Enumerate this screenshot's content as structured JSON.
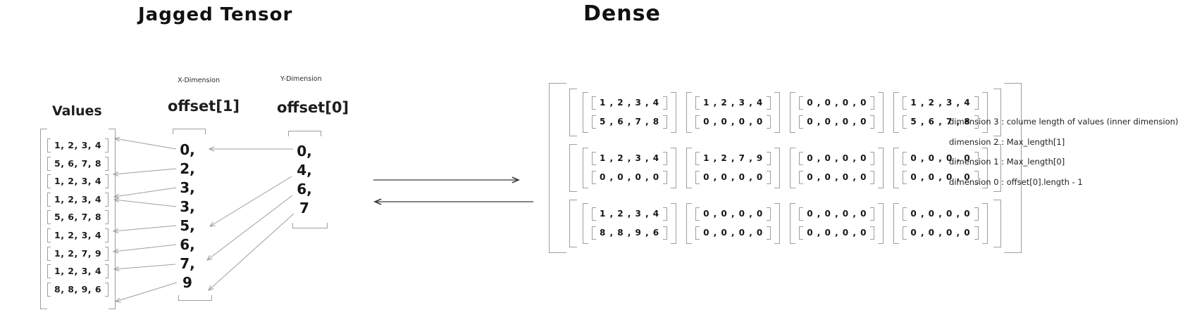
{
  "titles": {
    "jagged": "Jagged Tensor",
    "dense": "Dense"
  },
  "jagged": {
    "values_label": "Values",
    "x_dimension_label": "X-Dimension",
    "y_dimension_label": "Y-Dimension",
    "offset1_label": "offset[1]",
    "offset0_label": "offset[0]",
    "values_rows": [
      [
        1,
        2,
        3,
        4
      ],
      [
        5,
        6,
        7,
        8
      ],
      [
        1,
        2,
        3,
        4
      ],
      [
        1,
        2,
        3,
        4
      ],
      [
        5,
        6,
        7,
        8
      ],
      [
        1,
        2,
        3,
        4
      ],
      [
        1,
        2,
        7,
        9
      ],
      [
        1,
        2,
        3,
        4
      ],
      [
        8,
        8,
        9,
        6
      ]
    ],
    "offset1": [
      0,
      2,
      3,
      3,
      5,
      6,
      7,
      9
    ],
    "offset0": [
      0,
      4,
      6,
      7
    ]
  },
  "dense": {
    "rows": [
      [
        [
          [
            1,
            2,
            3,
            4
          ],
          [
            5,
            6,
            7,
            8
          ]
        ],
        [
          [
            1,
            2,
            3,
            4
          ],
          [
            0,
            0,
            0,
            0
          ]
        ],
        [
          [
            0,
            0,
            0,
            0
          ],
          [
            0,
            0,
            0,
            0
          ]
        ],
        [
          [
            1,
            2,
            3,
            4
          ],
          [
            5,
            6,
            7,
            8
          ]
        ]
      ],
      [
        [
          [
            1,
            2,
            3,
            4
          ],
          [
            0,
            0,
            0,
            0
          ]
        ],
        [
          [
            1,
            2,
            7,
            9
          ],
          [
            0,
            0,
            0,
            0
          ]
        ],
        [
          [
            0,
            0,
            0,
            0
          ],
          [
            0,
            0,
            0,
            0
          ]
        ],
        [
          [
            0,
            0,
            0,
            0
          ],
          [
            0,
            0,
            0,
            0
          ]
        ]
      ],
      [
        [
          [
            1,
            2,
            3,
            4
          ],
          [
            8,
            8,
            9,
            6
          ]
        ],
        [
          [
            0,
            0,
            0,
            0
          ],
          [
            0,
            0,
            0,
            0
          ]
        ],
        [
          [
            0,
            0,
            0,
            0
          ],
          [
            0,
            0,
            0,
            0
          ]
        ],
        [
          [
            0,
            0,
            0,
            0
          ],
          [
            0,
            0,
            0,
            0
          ]
        ]
      ]
    ]
  },
  "annotations": [
    "dimension 3 : colume length of values (inner dimension)",
    "dimension 2 : Max_length[1]",
    "dimension 1 : Max_length[0]",
    "dimension 0 : offset[0].length - 1"
  ],
  "colors": {
    "ink": "#1e1e1e",
    "bracket_gray": "#9e9e9e",
    "thin_arrow": "#9e9e9e",
    "mid_arrow": "#3a3a3a",
    "background": "#ffffff"
  }
}
